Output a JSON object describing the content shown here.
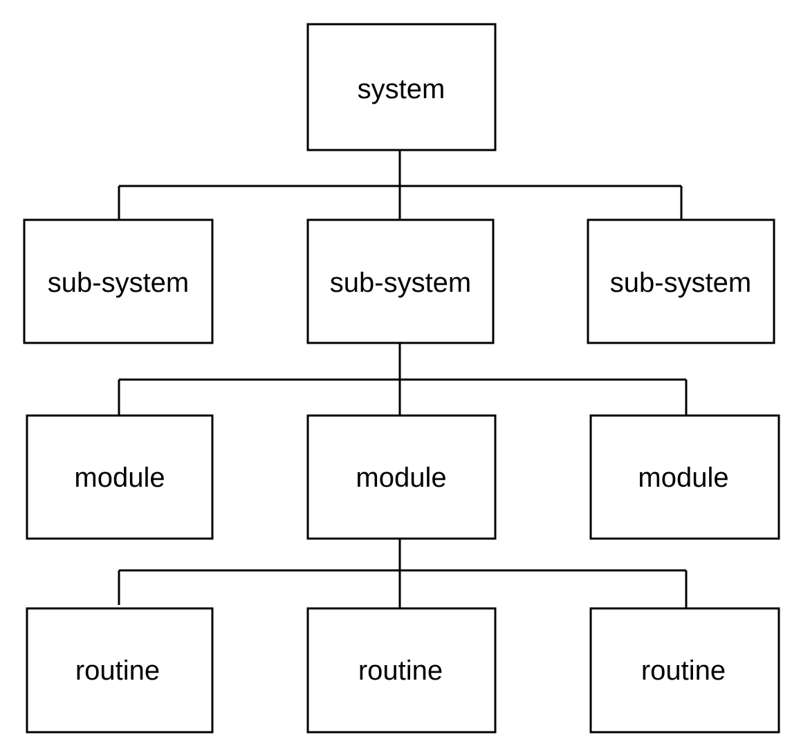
{
  "diagram": {
    "root": {
      "label": "system"
    },
    "subsystems": [
      {
        "label": "sub-system"
      },
      {
        "label": "sub-system"
      },
      {
        "label": "sub-system"
      }
    ],
    "modules": [
      {
        "label": "module"
      },
      {
        "label": "module"
      },
      {
        "label": "module"
      }
    ],
    "routines": [
      {
        "label": "routine"
      },
      {
        "label": "routine"
      },
      {
        "label": "routine"
      }
    ]
  },
  "colors": {
    "line": "#000000",
    "box_fill": "#ffffff",
    "background": "#ffffff"
  }
}
